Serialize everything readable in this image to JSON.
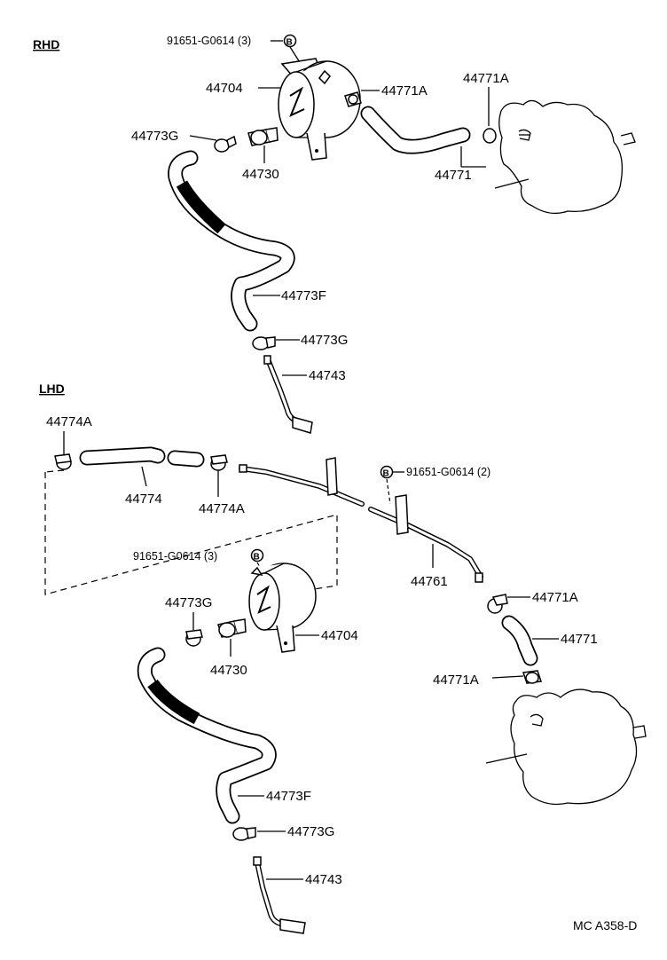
{
  "sections": {
    "rhd": "RHD",
    "lhd": "LHD"
  },
  "bolt_marker": "B",
  "rhd_labels": {
    "bolt": "91651-G0614 (3)",
    "canister": "44704",
    "clamp_a_upper": "44771A",
    "clamp_a_right": "44771A",
    "clamp_g_upper": "44773G",
    "valve": "44730",
    "hose_71": "44771",
    "hose_f": "44773F",
    "clamp_g_lower": "44773G",
    "pipe_43": "44743"
  },
  "lhd_labels": {
    "clamp_74a_left": "44774A",
    "hose_74": "44774",
    "clamp_74a_right": "44774A",
    "bolt_right": "91651-G0614 (2)",
    "bolt_left": "91651-G0614 (3)",
    "pipe_61": "44761",
    "clamp_g_upper": "44773G",
    "canister": "44704",
    "clamp_71a_upper": "44771A",
    "hose_71": "44771",
    "valve": "44730",
    "clamp_71a_lower": "44771A",
    "hose_f": "44773F",
    "clamp_g_lower": "44773G",
    "pipe_43": "44743"
  },
  "footer": {
    "code": "MC A358-D"
  }
}
